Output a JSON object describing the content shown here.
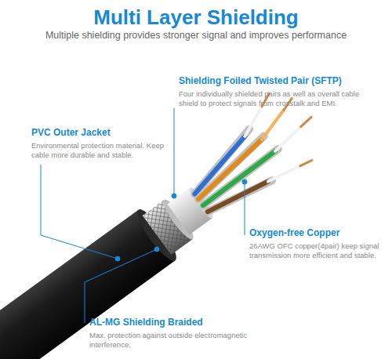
{
  "diagram": {
    "title": "Multi Layer Shielding",
    "labels": [
      "Multiple shielding provides stronger signal and improves performance",
      "Shielding Foiled Twisted Pair (SFTP)",
      "Four individually shielded pairs as well as overall cable shield to protect signals from crosstalk and EMI.",
      "PVC Outer Jacket",
      "Environmental protection material. Keep cable more durable and stable.",
      "Oxygen-free Copper",
      "26AWG OFC copper(4pair) keep signal transmission more efficient and stable.",
      "AL-MG Shielding Braided",
      "Max. protection against outside electromagnetic interference."
    ]
  }
}
